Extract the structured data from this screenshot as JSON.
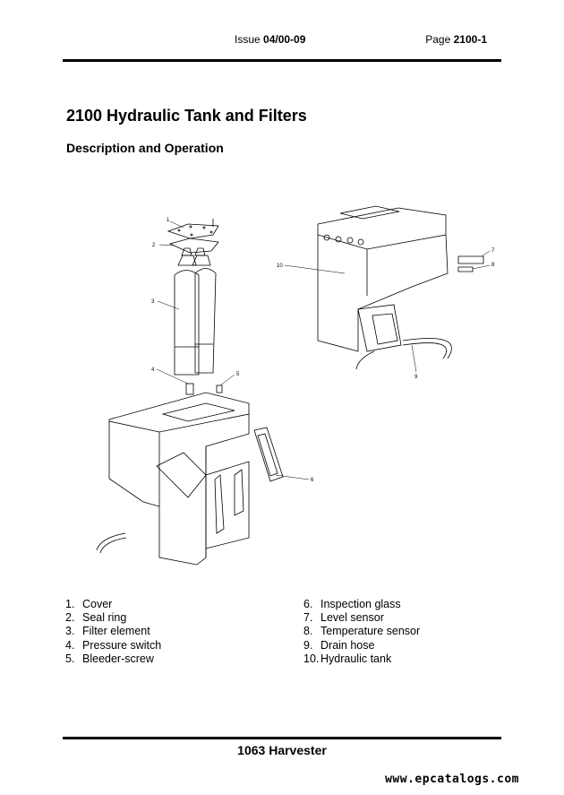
{
  "header": {
    "issue_label": "Issue",
    "issue_value": "04/00-09",
    "page_label": "Page",
    "page_value": "2100-1"
  },
  "title": "2100 Hydraulic Tank and Filters",
  "subtitle": "Description and Operation",
  "figure": {
    "callouts": [
      "1",
      "2",
      "3",
      "4",
      "5",
      "6",
      "7",
      "8",
      "9",
      "10"
    ]
  },
  "legend_left": [
    {
      "num": "1.",
      "label": "Cover"
    },
    {
      "num": "2.",
      "label": "Seal ring"
    },
    {
      "num": "3.",
      "label": "Filter element"
    },
    {
      "num": "4.",
      "label": "Pressure switch"
    },
    {
      "num": "5.",
      "label": "Bleeder-screw"
    }
  ],
  "legend_right": [
    {
      "num": "6.",
      "label": "Inspection glass"
    },
    {
      "num": "7.",
      "label": "Level sensor"
    },
    {
      "num": "8.",
      "label": "Temperature sensor"
    },
    {
      "num": "9.",
      "label": "Drain hose"
    },
    {
      "num": "10.",
      "label": "Hydraulic tank"
    }
  ],
  "footer": "1063 Harvester",
  "watermark": "www.epcatalogs.com"
}
